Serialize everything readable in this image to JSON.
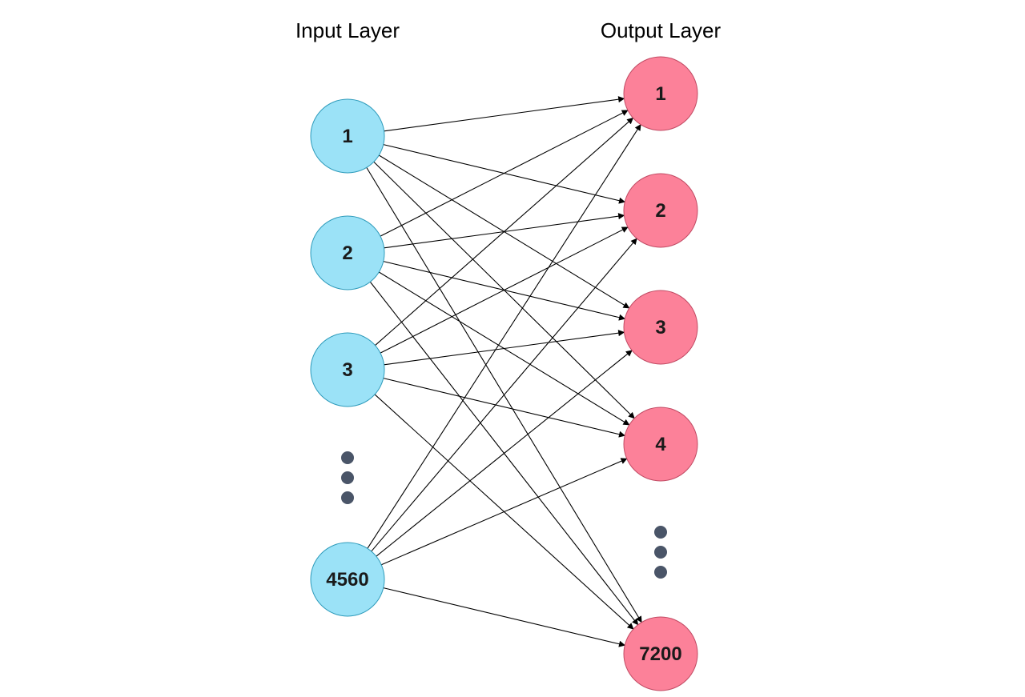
{
  "input_layer": {
    "title": "Input Layer",
    "nodes": [
      {
        "label": "1",
        "ellipsis_before": false
      },
      {
        "label": "2",
        "ellipsis_before": false
      },
      {
        "label": "3",
        "ellipsis_before": false
      },
      {
        "label": "4560",
        "ellipsis_before": true
      }
    ]
  },
  "output_layer": {
    "title": "Output Layer",
    "nodes": [
      {
        "label": "1",
        "ellipsis_before": false
      },
      {
        "label": "2",
        "ellipsis_before": false
      },
      {
        "label": "3",
        "ellipsis_before": false
      },
      {
        "label": "4",
        "ellipsis_before": false
      },
      {
        "label": "7200",
        "ellipsis_before": true
      }
    ]
  },
  "colors": {
    "input_fill": "#9be2f7",
    "input_stroke": "#2e9bbb",
    "output_fill": "#fc8199",
    "output_stroke": "#c14a63",
    "edge": "#000000",
    "ellipsis": "#4a5568",
    "text": "#1a1a1a"
  },
  "connectivity": "fully-connected"
}
